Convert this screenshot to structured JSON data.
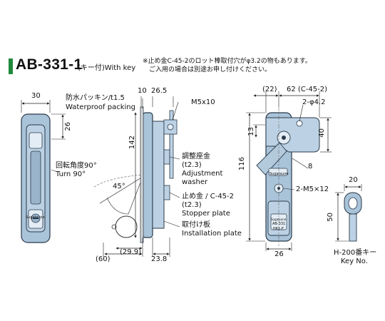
{
  "header": {
    "model": "AB-331-1",
    "subtitle": "(キー付)With key",
    "note_line1": "※止め金C-45-2のロット棒取付穴がφ3.2の物もあります。",
    "note_line2": "ご入用の場合は別途お申し付けください。"
  },
  "labels": {
    "waterproof_ja": "防水パッキン/t1.5",
    "waterproof_en": "Waterproof packing",
    "rotation_ja": "回転角度90°",
    "rotation_en": "Turn 90°",
    "adjustment_ja": "調整座金",
    "adjustment_t": "(t2.3)",
    "adjustment_en1": "Adjustment",
    "adjustment_en2": "washer",
    "stopper_ja": "止め金 / C-45-2",
    "stopper_t": "(t2.3)",
    "stopper_en": "Stopper plate",
    "installation_ja": "取付け板",
    "installation_en": "Installation plate",
    "m5x10": "M5x10",
    "hole": "2-φ4.2",
    "m5x12": "2-M5×12",
    "key_ja": "H-200番キー",
    "key_en": "Key No.",
    "brand": "Sugatsune",
    "plate_text1": "AB-331",
    "plate_text2": "HK1-F"
  },
  "dimensions": {
    "front_width": "30",
    "front_26": "26",
    "side_10": "10",
    "side_26_5": "26.5",
    "side_142": "142",
    "side_45deg": "45°",
    "side_60": "(60)",
    "side_29_9": "(29.9)",
    "side_23_8": "23.8",
    "rear_22": "(22)",
    "rear_62": "62 (C-45-2)",
    "rear_13": "13",
    "rear_40": "40",
    "rear_8": "8",
    "rear_116": "116",
    "rear_26": "26",
    "key_20": "20",
    "key_50": "50"
  },
  "colors": {
    "accent": "#1f8a3b",
    "part_fill": "#a9c3d9",
    "part_stroke": "#2a3a4a",
    "line": "#222222"
  }
}
